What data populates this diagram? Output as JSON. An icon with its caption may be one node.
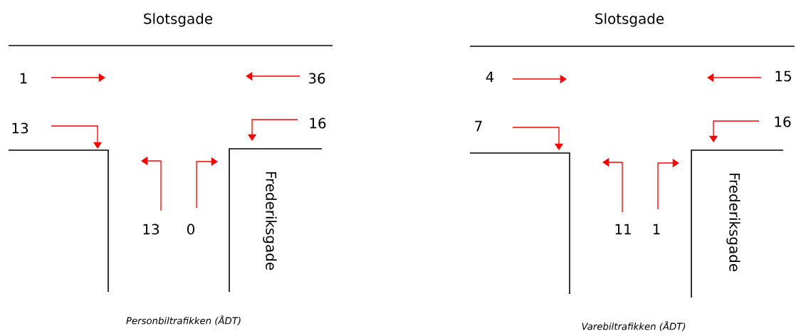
{
  "diagram": {
    "labels": [
      "Slotsgade",
      "1",
      "36",
      "13",
      "16",
      "Frederiksgade",
      "13",
      "0",
      "Personbiltrafikken (ÅDT)",
      "Slotsgade",
      "4",
      "15",
      "7",
      "16",
      "Frederiksgade",
      "11",
      "1",
      "Varebiltrafikken (ÅDT)"
    ]
  }
}
